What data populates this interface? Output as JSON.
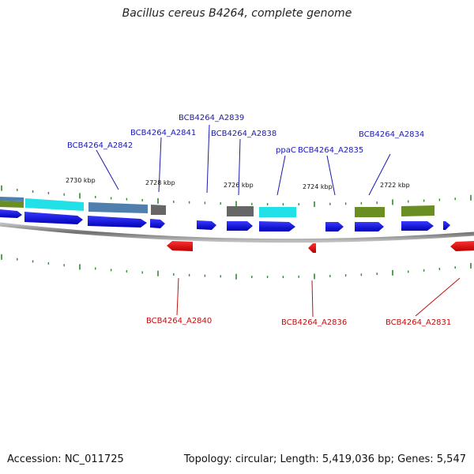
{
  "title": "Bacillus cereus B4264, complete genome",
  "footer": {
    "accession": "Accession: NC_011725",
    "summary": "Topology: circular; Length: 5,419,036 bp; Genes: 5,547"
  },
  "colors": {
    "forward_gene": "#1010e0",
    "reverse_gene": "#e01010",
    "forward_label": "#1a1ab0",
    "reverse_label": "#c01010",
    "tick": "#2e8b2e",
    "backbone": "#888888",
    "feature_cyan": "#22e0e8",
    "feature_steel": "#4f7fae",
    "feature_gray": "#666666",
    "feature_olive": "#6b8e23"
  },
  "scale_labels": [
    "2730 kbp",
    "2728 kbp",
    "2726 kbp",
    "2724 kbp",
    "2722 kbp"
  ],
  "forward_labels": [
    "BCB4264_A2842",
    "BCB4264_A2841",
    "BCB4264_A2839",
    "BCB4264_A2838",
    "ppaC",
    "BCB4264_A2835",
    "BCB4264_A2834"
  ],
  "reverse_labels": [
    "BCB4264_A2840",
    "BCB4264_A2836",
    "BCB4264_A2831"
  ]
}
